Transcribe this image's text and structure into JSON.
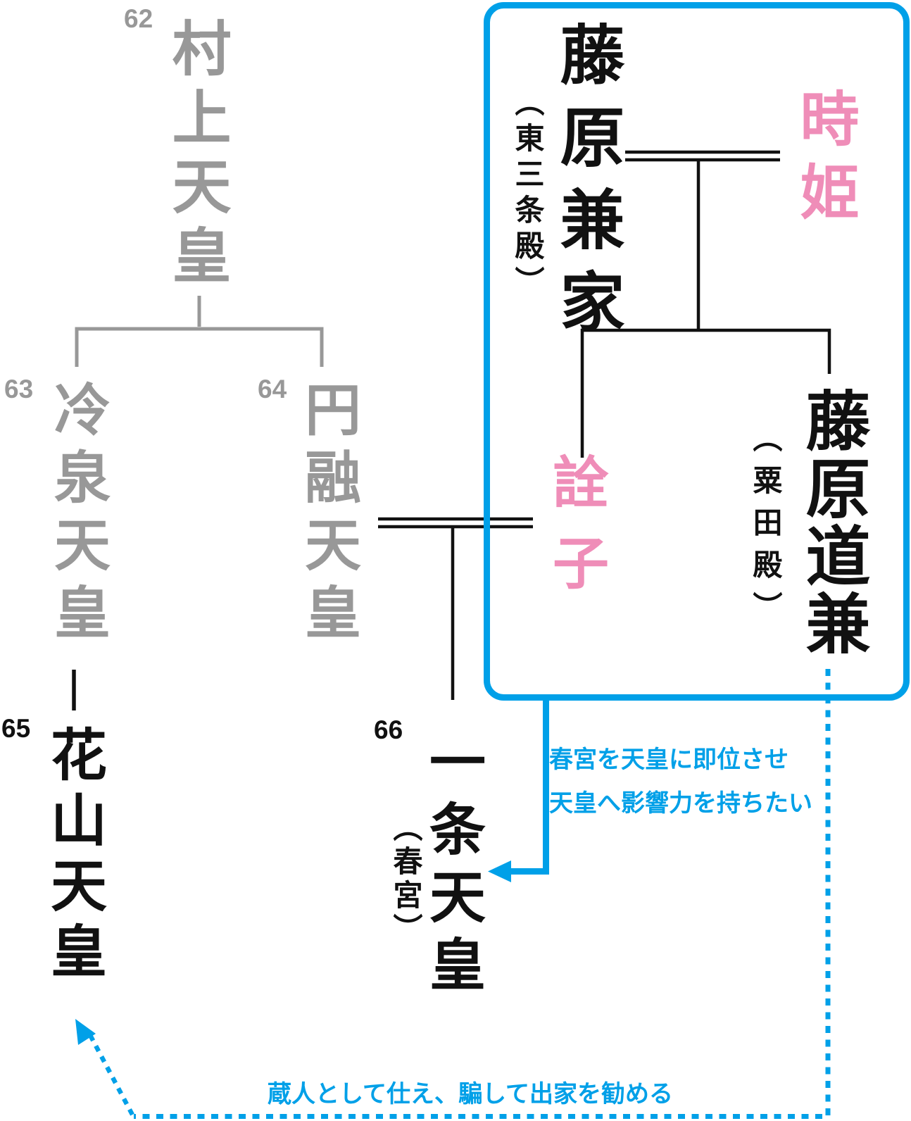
{
  "persons": {
    "murakami": {
      "number": "62",
      "name": "村上天皇"
    },
    "reizei": {
      "number": "63",
      "name": "冷泉天皇"
    },
    "enyu": {
      "number": "64",
      "name": "円融天皇"
    },
    "kazan": {
      "number": "65",
      "name": "花山天皇"
    },
    "ichijo": {
      "number": "66",
      "name": "一条天皇",
      "annotation": "（春宮）"
    },
    "kaneie": {
      "name": "藤原兼家",
      "annotation": "（東三条殿）"
    },
    "tokihime": {
      "name": "時姫"
    },
    "senshi": {
      "name": "詮子"
    },
    "michikane": {
      "name": "藤原道兼",
      "annotation": "（粟田殿）"
    }
  },
  "notes": {
    "ambition": {
      "line1": "春宮を天皇に即位させ",
      "line2": "天皇へ影響力を持ちたい"
    },
    "deception": {
      "text": "蔵人として仕え、騙して出家を勧める"
    }
  },
  "relationships": {
    "marriages": [
      "藤原兼家＝時姫",
      "円融天皇＝詮子"
    ],
    "parent_child": [
      "村上天皇→冷泉天皇",
      "村上天皇→円融天皇",
      "冷泉天皇→花山天皇",
      "藤原兼家・時姫→詮子",
      "藤原兼家・時姫→藤原道兼",
      "円融天皇・詮子→一条天皇"
    ]
  },
  "colors": {
    "accent_blue": "#00A0E8",
    "female_pink": "#EF8DB8",
    "past_gray": "#989898",
    "text_black": "#111111"
  }
}
